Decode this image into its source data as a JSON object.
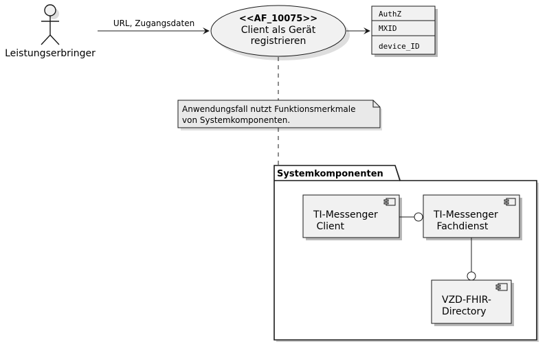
{
  "actor": {
    "label": "Leistungserbringer"
  },
  "flow": {
    "label": "URL, Zugangsdaten"
  },
  "usecase": {
    "stereotype": "<<AF_10075>>",
    "line1": "Client als Gerät",
    "line2": "registrieren"
  },
  "data_box": {
    "items": [
      "AuthZ",
      "MXID",
      "device_ID"
    ]
  },
  "note": {
    "line1": "Anwendungsfall nutzt Funktionsmerkmale",
    "line2": "von Systemkomponenten."
  },
  "package": {
    "title": "Systemkomponenten",
    "components": [
      {
        "line1": "TI-Messenger",
        "line2": " Client"
      },
      {
        "line1": "TI-Messenger",
        "line2": " Fachdienst"
      },
      {
        "line1": "VZD-FHIR-",
        "line2": "Directory"
      }
    ]
  }
}
